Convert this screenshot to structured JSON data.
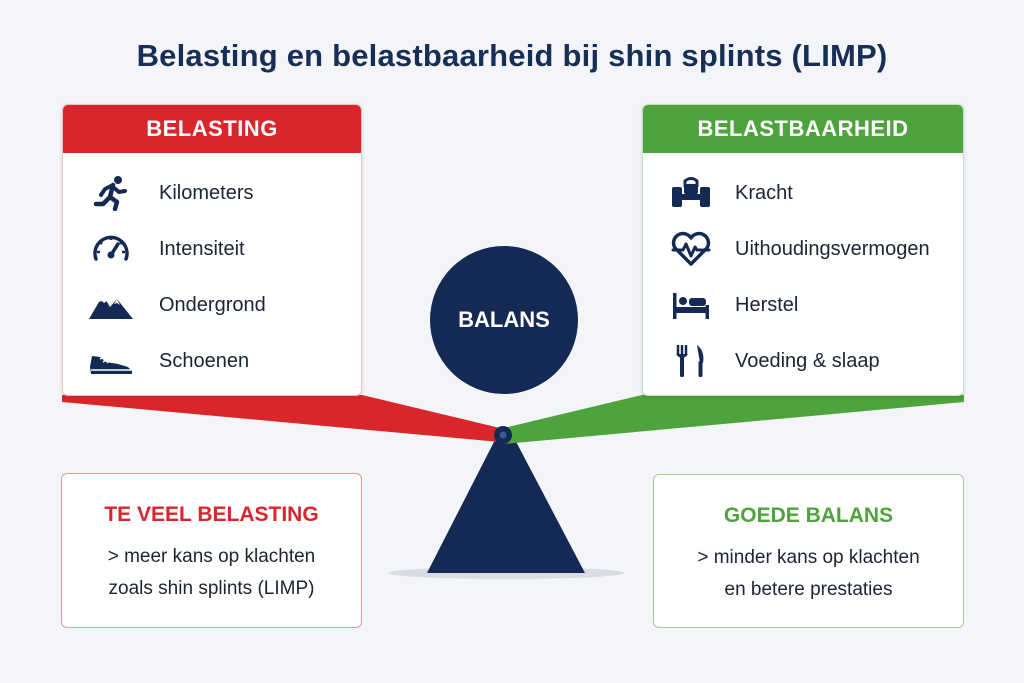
{
  "title": "Belasting en belastbaarheid bij shin splints (LIMP)",
  "left_card": {
    "header": "BELASTING",
    "items": [
      {
        "label": "Kilometers",
        "icon": "runner-icon"
      },
      {
        "label": "Intensiteit",
        "icon": "speedometer-icon"
      },
      {
        "label": "Ondergrond",
        "icon": "mountain-icon"
      },
      {
        "label": "Schoenen",
        "icon": "shoe-icon"
      }
    ]
  },
  "right_card": {
    "header": "BELASTBAARHEID",
    "items": [
      {
        "label": "Kracht",
        "icon": "dumbbell-icon"
      },
      {
        "label": "Uithoudingsvermogen",
        "icon": "heartbeat-icon"
      },
      {
        "label": "Herstel",
        "icon": "bed-icon"
      },
      {
        "label": "Voeding & slaap",
        "icon": "utensils-icon"
      }
    ]
  },
  "center": {
    "label": "BALANS"
  },
  "left_box": {
    "title": "TE VEEL BELASTING",
    "lines": [
      "> meer kans op klachten",
      "zoals shin splints (LIMP)"
    ]
  },
  "right_box": {
    "title": "GOEDE BALANS",
    "lines": [
      "> minder kans op klachten",
      "en betere prestaties"
    ]
  },
  "colors": {
    "red": "#d8262c",
    "green": "#4ea33d",
    "navy": "#142a55"
  }
}
